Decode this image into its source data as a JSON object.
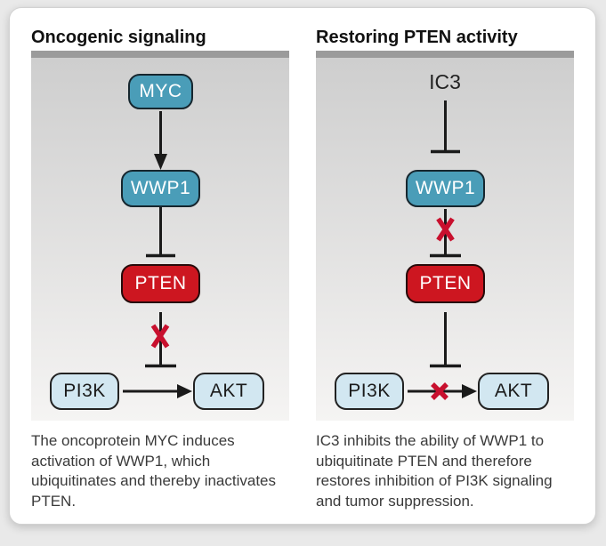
{
  "figure": {
    "panels": [
      {
        "title": "Oncogenic signaling",
        "nodes": {
          "top": "MYC",
          "wwp1": "WWP1",
          "pten": "PTEN",
          "pi3k": "PI3K",
          "akt": "AKT"
        },
        "caption": "The oncoprotein MYC induces activation of WWP1, which ubiquitinates and thereby inactivates PTEN."
      },
      {
        "title": "Restoring PTEN activity",
        "nodes": {
          "top": "IC3",
          "wwp1": "WWP1",
          "pten": "PTEN",
          "pi3k": "PI3K",
          "akt": "AKT"
        },
        "caption": "IC3 inhibits the ability of WWP1 to ubiquitinate PTEN and therefore restores inhibition of PI3K signaling and tumor suppression."
      }
    ],
    "colors": {
      "node_teal": "#4a9db8",
      "node_red": "#cd1620",
      "node_lightblue": "#d2e7f1",
      "line_black": "#1a1a1a",
      "cross_red": "#c8102e",
      "header_bar_gray": "#9b9b9b"
    }
  }
}
